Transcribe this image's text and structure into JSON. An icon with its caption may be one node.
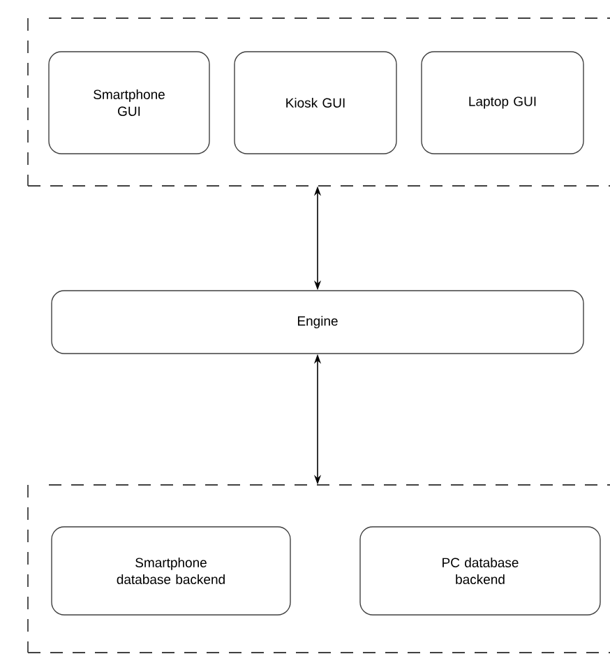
{
  "diagram": {
    "nodes": [
      {
        "text": [],
        "shape": "box"
      },
      {
        "text": [
          "Smartphone GUI"
        ],
        "in": 0
      },
      {
        "text": [
          "Kiosk GUI"
        ],
        "in": 0
      },
      {
        "text": [
          "Laptop GUI"
        ],
        "in": 0
      },
      {
        "text": [
          "Engine"
        ]
      },
      {
        "text": [],
        "shape": "box"
      },
      {
        "text": [
          "Smartphone database backend"
        ],
        "in": 5
      },
      {
        "text": [
          "PC database backend"
        ],
        "in": 5
      }
    ],
    "edges": [
      {
        "from": 0,
        "to": 4,
        "arrow": "both"
      },
      {
        "from": 4,
        "to": 5,
        "arrow": "both"
      }
    ]
  }
}
